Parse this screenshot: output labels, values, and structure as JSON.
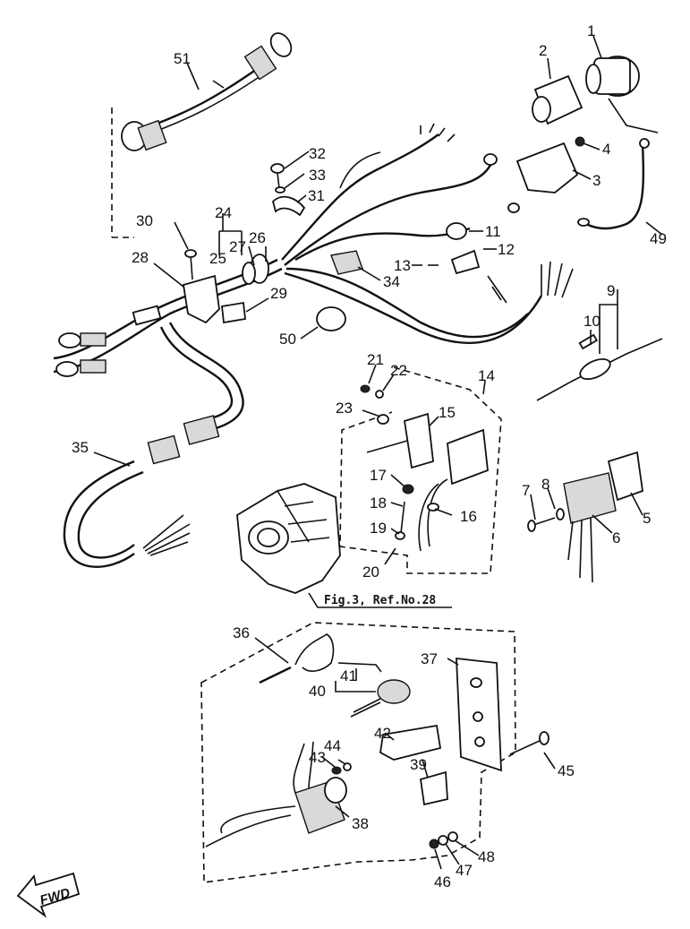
{
  "labels": [
    "1",
    "2",
    "3",
    "4",
    "5",
    "6",
    "7",
    "8",
    "9",
    "10",
    "11",
    "12",
    "13",
    "14",
    "15",
    "16",
    "17",
    "18",
    "19",
    "20",
    "21",
    "22",
    "23",
    "24",
    "25",
    "26",
    "27",
    "28",
    "29",
    "30",
    "31",
    "32",
    "33",
    "34",
    "35",
    "36",
    "37",
    "38",
    "39",
    "40",
    "41",
    "42",
    "43",
    "44",
    "45",
    "46",
    "47",
    "48",
    "49",
    "50",
    "51"
  ],
  "reference_note": "Fig.3, Ref.No.28",
  "fwd_label": "FWD"
}
